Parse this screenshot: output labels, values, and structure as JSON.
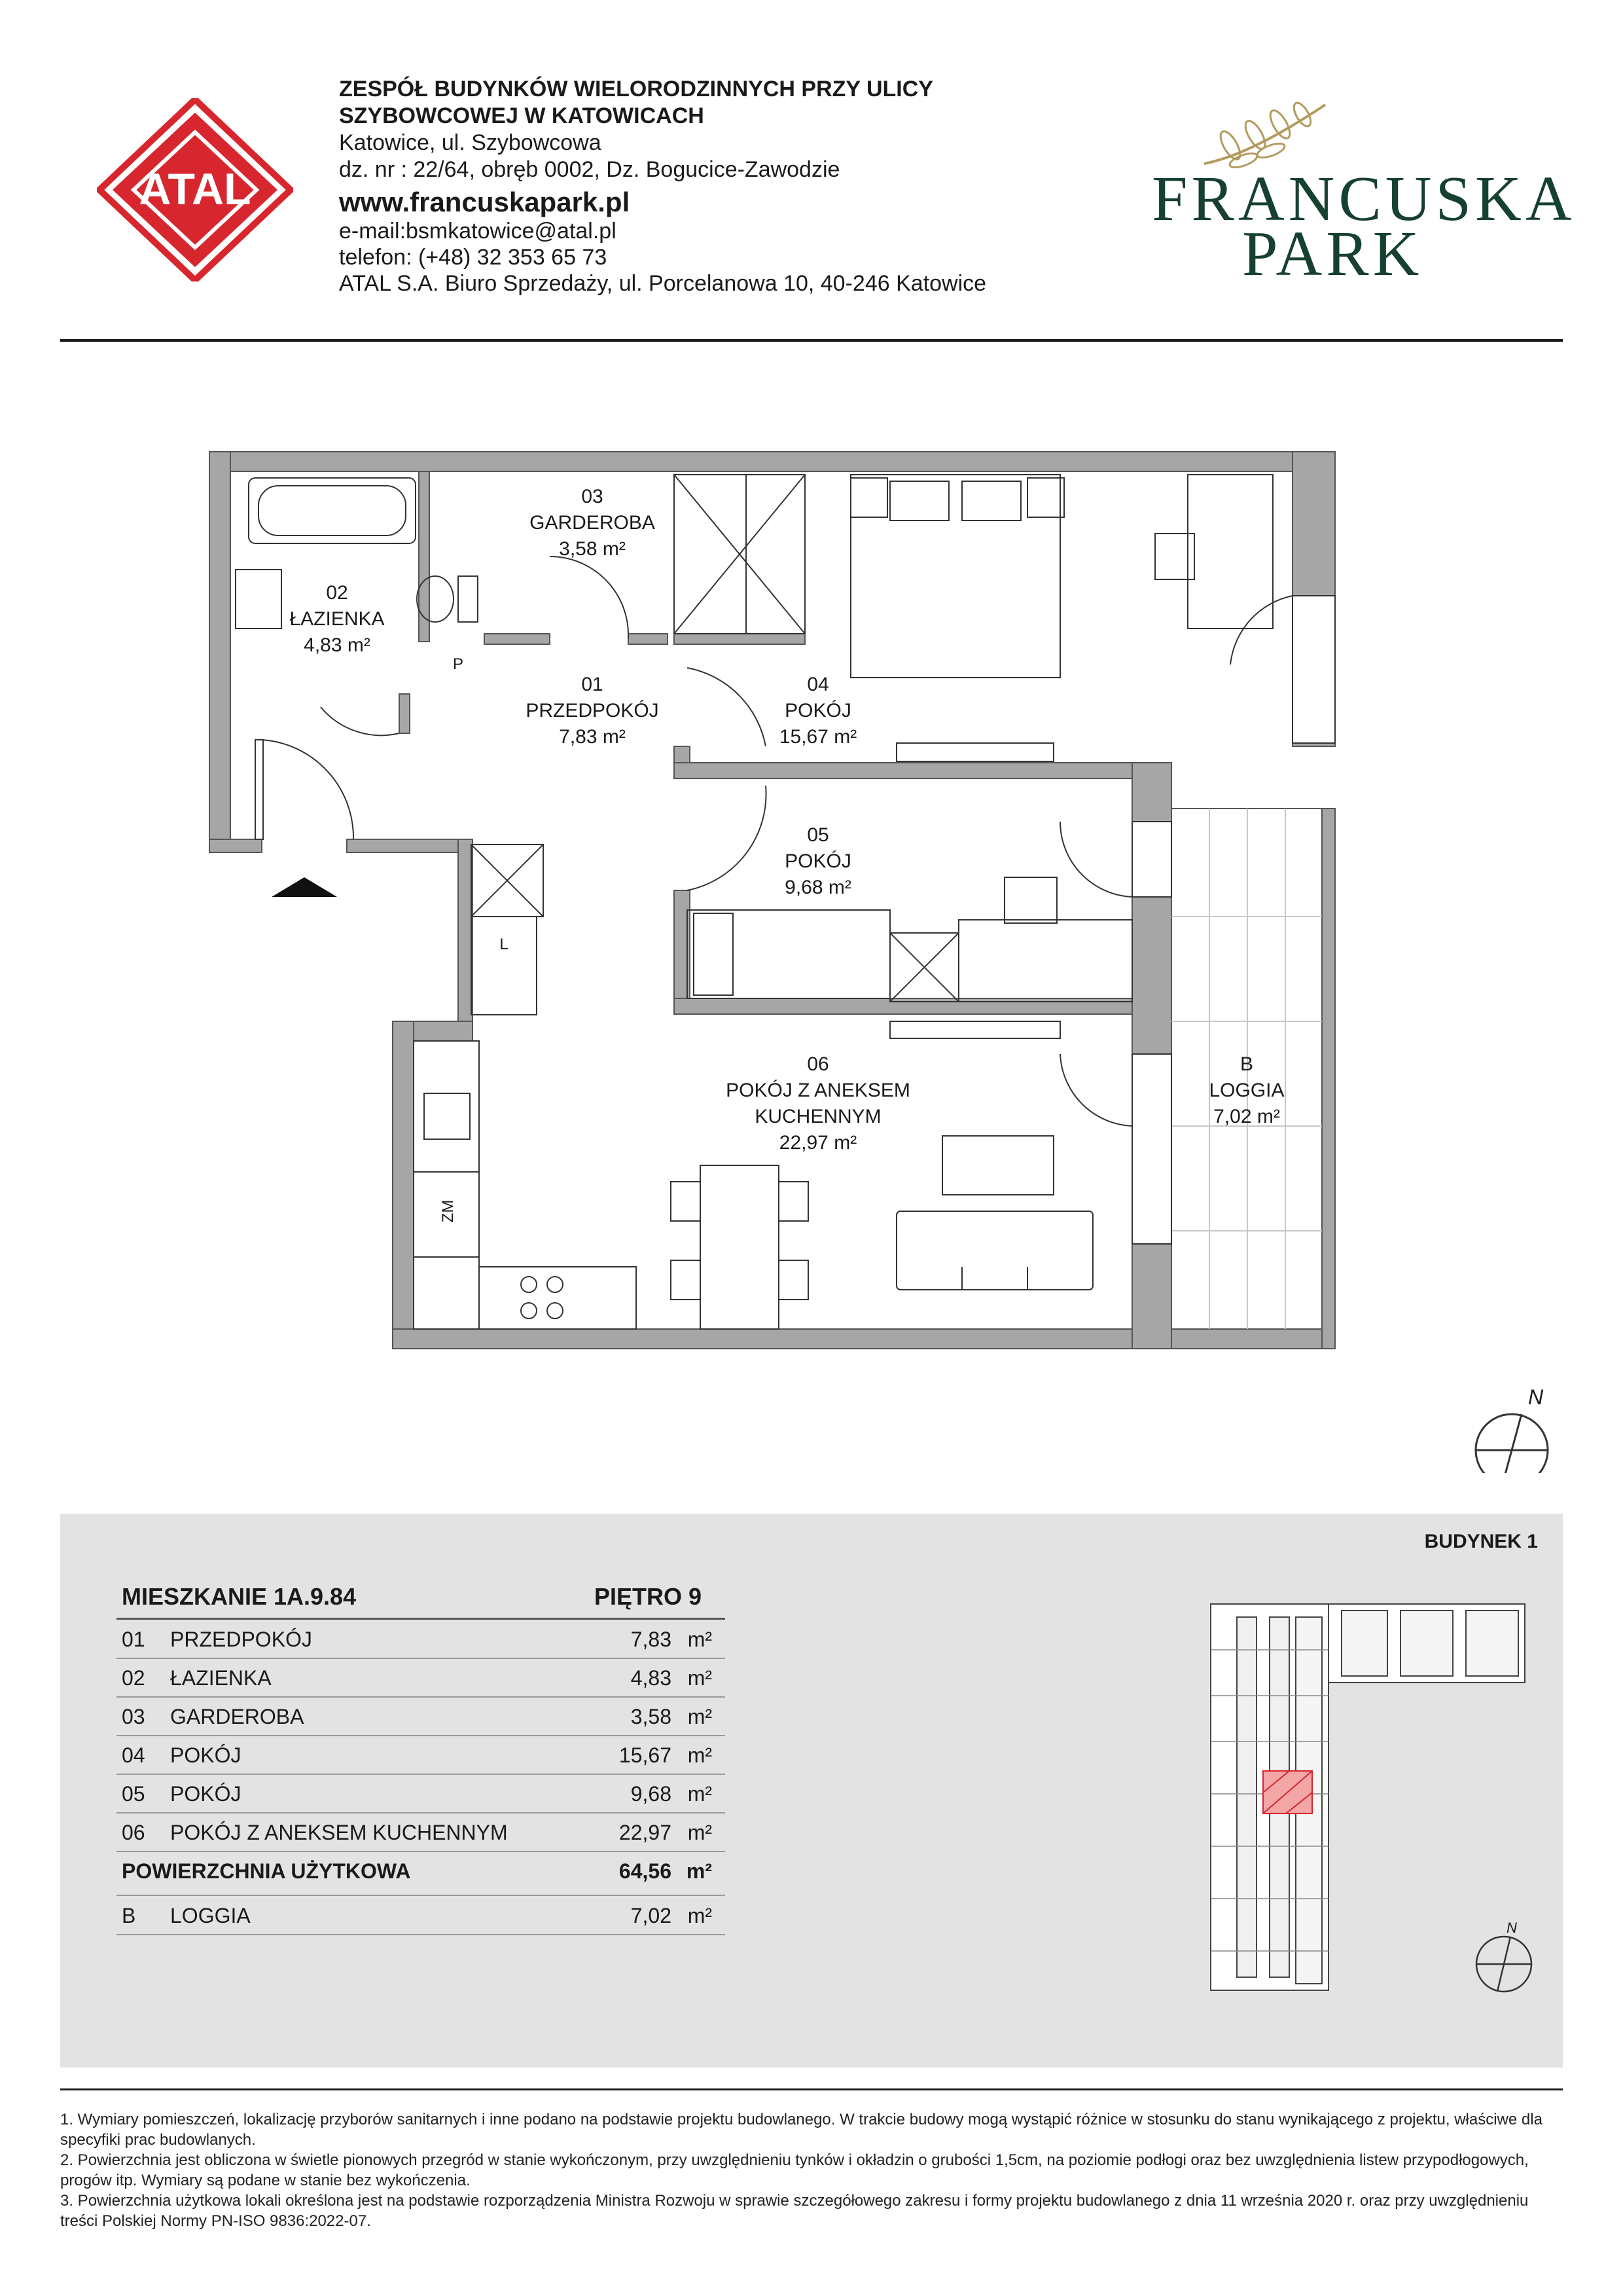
{
  "header": {
    "logo_text": "ATAL",
    "title_line1": "ZESPÓŁ BUDYNKÓW WIELORODZINNYCH PRZY ULICY",
    "title_line2": "SZYBOWCOWEJ W KATOWICACH",
    "address": "Katowice, ul. Szybowcowa",
    "parcel": "dz. nr : 22/64, obręb 0002, Dz. Bogucice-Zawodzie",
    "website": "www.francuskapark.pl",
    "email": "e-mail:bsmkatowice@atal.pl",
    "phone": "telefon: (+48) 32 353 65 73",
    "office": "ATAL S.A. Biuro Sprzedaży, ul. Porcelanowa 10, 40-246 Katowice",
    "brand_line1": "FRANCUSKA",
    "brand_line2": "PARK"
  },
  "colors": {
    "brand_red": "#d7262d",
    "brand_green": "#17412f",
    "brand_gold": "#b39a5e",
    "panel_gray": "#e3e3e3",
    "wall_gray": "#a6a6a6"
  },
  "plan": {
    "rooms": [
      {
        "num": "03",
        "name": "GARDEROBA",
        "area": "3,58 m²"
      },
      {
        "num": "02",
        "name": "ŁAZIENKA",
        "area": "4,83 m²"
      },
      {
        "num": "01",
        "name": "PRZEDPOKÓJ",
        "area": "7,83 m²"
      },
      {
        "num": "04",
        "name": "POKÓJ",
        "area": "15,67 m²"
      },
      {
        "num": "05",
        "name": "POKÓJ",
        "area": "9,68 m²"
      },
      {
        "num": "06",
        "name_line1": "POKÓJ Z ANEKSEM",
        "name_line2": "KUCHENNYM",
        "area": "22,97 m²"
      },
      {
        "num": "B",
        "name": "LOGGIA",
        "area": "7,02 m²"
      }
    ],
    "fixture_labels": {
      "p": "P",
      "l": "L",
      "zm": "ZM"
    },
    "north": "N"
  },
  "table": {
    "apartment": "MIESZKANIE 1A.9.84",
    "floor": "PIĘTRO 9",
    "rows": [
      {
        "num": "01",
        "name": "PRZEDPOKÓJ",
        "value": "7,83",
        "unit": "m²"
      },
      {
        "num": "02",
        "name": "ŁAZIENKA",
        "value": "4,83",
        "unit": "m²"
      },
      {
        "num": "03",
        "name": "GARDEROBA",
        "value": "3,58",
        "unit": "m²"
      },
      {
        "num": "04",
        "name": "POKÓJ",
        "value": "15,67",
        "unit": "m²"
      },
      {
        "num": "05",
        "name": "POKÓJ",
        "value": "9,68",
        "unit": "m²"
      },
      {
        "num": "06",
        "name": "POKÓJ Z ANEKSEM KUCHENNYM",
        "value": "22,97",
        "unit": "m²"
      }
    ],
    "total": {
      "name": "POWIERZCHNIA UŻYTKOWA",
      "value": "64,56",
      "unit": "m²"
    },
    "extra": {
      "num": "B",
      "name": "LOGGIA",
      "value": "7,02",
      "unit": "m²"
    }
  },
  "building": "BUDYNEK 1",
  "notes": [
    "1.  Wymiary pomieszczeń, lokalizację przyborów sanitarnych i inne podano na podstawie projektu budowlanego. W trakcie budowy mogą wystąpić różnice w stosunku do stanu wynikającego z projektu, właściwe dla specyfiki prac budowlanych.",
    "2.  Powierzchnia jest obliczona w świetle pionowych przegród w stanie wykończonym, przy uwzględnieniu tynków i okładzin o grubości 1,5cm, na poziomie podłogi oraz bez uwzględnienia listew przypodłogowych, progów itp. Wymiary są podane w stanie bez wykończenia.",
    "3.  Powierzchnia użytkowa lokali określona jest na podstawie rozporządzenia Ministra Rozwoju w sprawie szczegółowego zakresu i formy projektu budowlanego z dnia 11 września 2020 r. oraz przy uwzględnieniu treści Polskiej Normy PN-ISO 9836:2022-07."
  ]
}
